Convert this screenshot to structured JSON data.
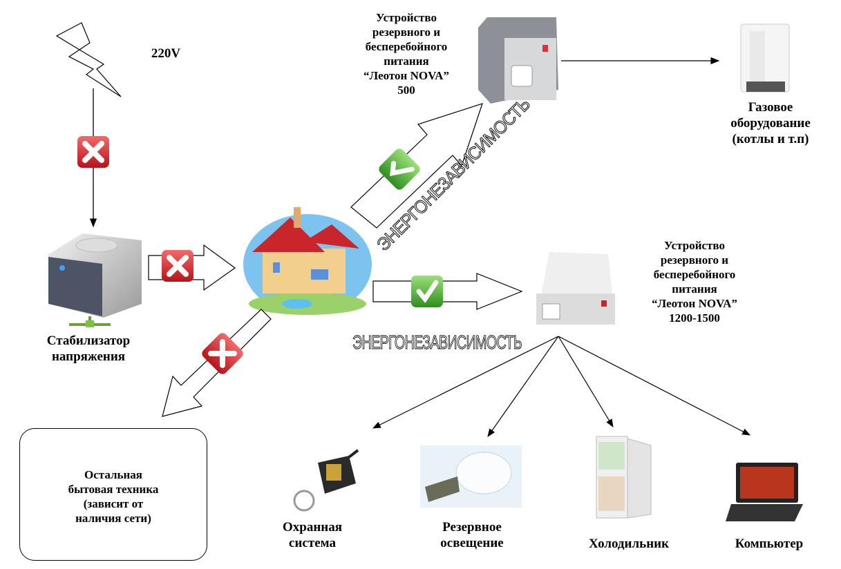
{
  "mains": {
    "voltage_label": "220V"
  },
  "stabilizer": {
    "label": "Стабилизатор\nнапряжения"
  },
  "ups_small": {
    "label": "Устройство\nрезервного и\nбесперебойного\nпитания\n“Леотон NOVA”\n500"
  },
  "ups_large": {
    "label": "Устройство\nрезервного и\nбесперебойного\nпитания\n“Леотон NOVA”\n1200-1500"
  },
  "gas": {
    "label": "Газовое\nоборудование\n(котлы и т.п)"
  },
  "energy_independence": {
    "diagonal_text": "ЭНЕРГОНЕЗАВИСИМОСТЬ",
    "horizontal_text": "ЭНЕРГОНЕЗАВИСИМОСТЬ"
  },
  "other_appliances": {
    "label": "Остальная\nбытовая техника\n(зависит от\nналичия сети)"
  },
  "loads": [
    {
      "label": "Охранная\nсистема",
      "icon": "car-alarm-keyfob-icon"
    },
    {
      "label": "Резервное\nосвещение",
      "icon": "light-bulb-icon"
    },
    {
      "label": "Холодильник",
      "icon": "fridge-icon"
    },
    {
      "label": "Компьютер",
      "icon": "laptop-icon"
    }
  ],
  "colors": {
    "cross": "#d9262b",
    "check": "#3fae2a",
    "sky": "#7cc4ef",
    "roof": "#c8262a"
  }
}
